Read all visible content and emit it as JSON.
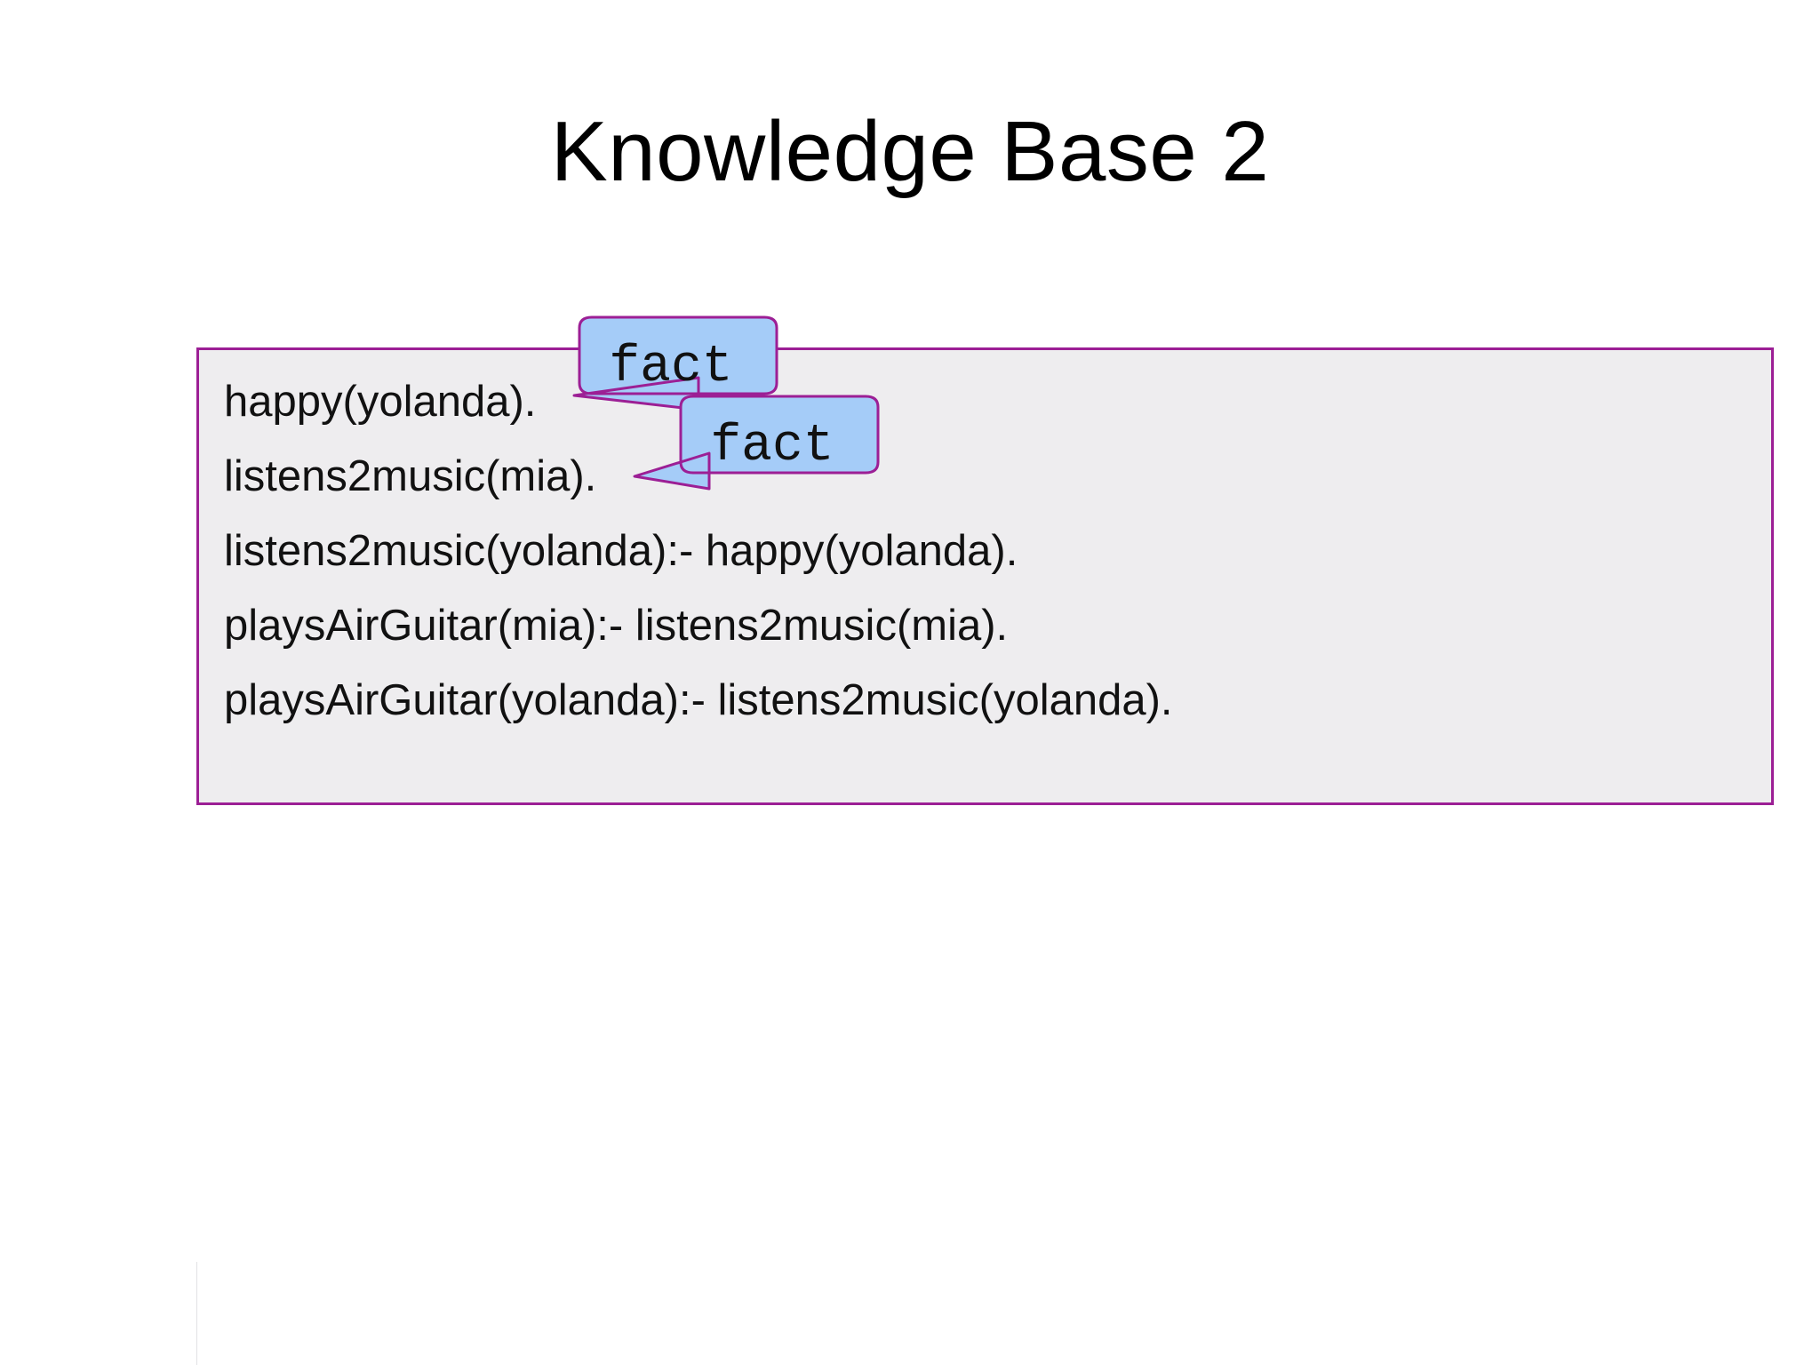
{
  "slide": {
    "title": "Knowledge Base 2",
    "background_color": "#ffffff"
  },
  "knowledge_base": {
    "box_fill_color": "#EEEDEF",
    "box_border_color": "#9C1F95",
    "lines": [
      {
        "text": "happy(yolanda).",
        "kind": "fact"
      },
      {
        "text": "listens2music(mia).",
        "kind": "fact"
      },
      {
        "text": "listens2music(yolanda):- happy(yolanda).",
        "kind": "rule"
      },
      {
        "text": "playsAirGuitar(mia):- listens2music(mia).",
        "kind": "rule"
      },
      {
        "text": "playsAirGuitar(yolanda):- listens2music(yolanda).",
        "kind": "rule"
      }
    ]
  },
  "callouts": [
    {
      "label": "fact",
      "fill_color": "#A5CCF8",
      "border_color": "#9C1F95",
      "points_to": "happy(yolanda)."
    },
    {
      "label": "fact",
      "fill_color": "#A5CCF8",
      "border_color": "#9C1F95",
      "points_to": "listens2music(mia)."
    }
  ]
}
